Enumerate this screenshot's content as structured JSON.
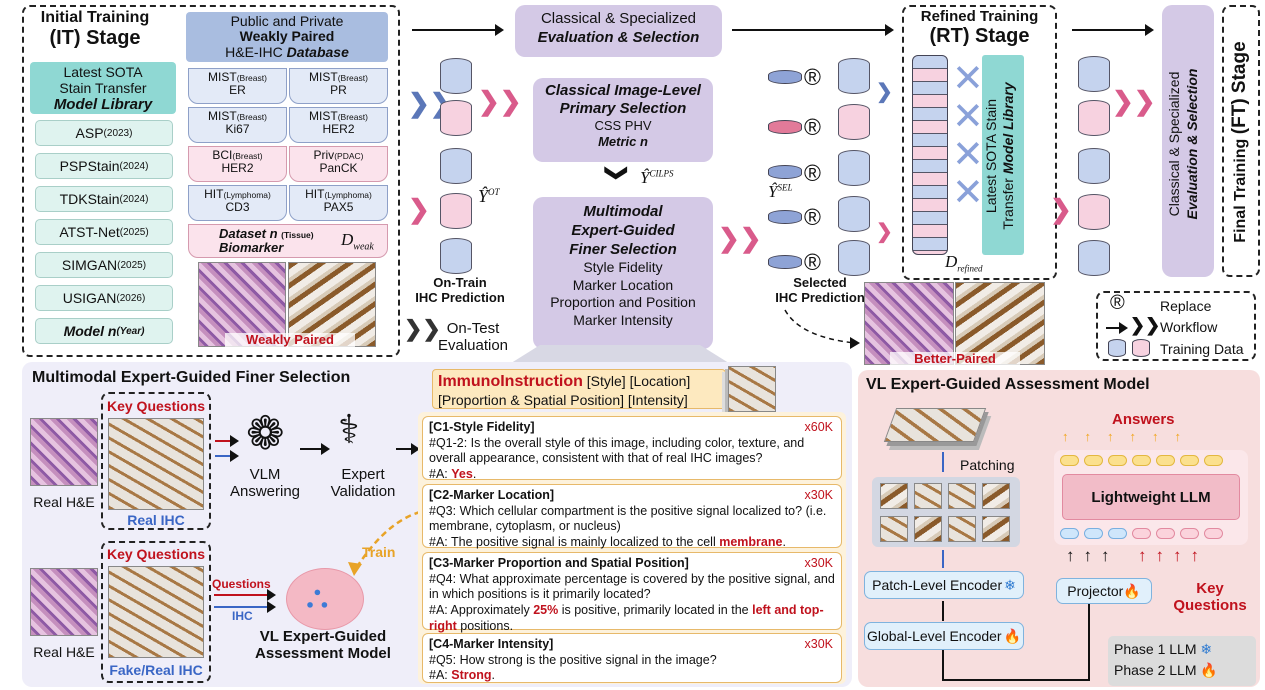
{
  "it": {
    "title1": "Initial Training",
    "title2": "(IT) Stage"
  },
  "library": {
    "l1": "Latest SOTA",
    "l2": "Stain Transfer",
    "l3": "Model Library"
  },
  "models": [
    {
      "name": "ASP",
      "year": "(2023)"
    },
    {
      "name": "PSPStain",
      "year": "(2024)"
    },
    {
      "name": "TDKStain",
      "year": "(2024)"
    },
    {
      "name": "ATST-Net",
      "year": "(2025)"
    },
    {
      "name": "SIMGAN",
      "year": "(2025)"
    },
    {
      "name": "USIGAN",
      "year": "(2026)"
    },
    {
      "name": "Model n",
      "year": "(Year)"
    }
  ],
  "database": {
    "l1": "Public and Private",
    "l2": "Weakly Paired",
    "l3": "H&E-IHC",
    "l4": "Database"
  },
  "datasets": [
    {
      "name": "MIST",
      "sub": "(Breast)",
      "marker": "ER"
    },
    {
      "name": "MIST",
      "sub": "(Breast)",
      "marker": "PR"
    },
    {
      "name": "MIST",
      "sub": "(Breast)",
      "marker": "Ki67"
    },
    {
      "name": "MIST",
      "sub": "(Breast)",
      "marker": "HER2"
    },
    {
      "name": "BCI",
      "sub": "(Breast)",
      "marker": "HER2"
    },
    {
      "name": "Priv",
      "sub": "(PDAC)",
      "marker": "PanCK"
    },
    {
      "name": "HIT",
      "sub": "(Lymphoma)",
      "marker": "CD3"
    },
    {
      "name": "HIT",
      "sub": "(Lymphoma)",
      "marker": "PAX5"
    }
  ],
  "dataset_n": {
    "l1": "Dataset n",
    "sub": "(Tissue)",
    "l2": "Biomarker",
    "d": "D",
    "dsub": "weak"
  },
  "weakly_paired": "Weakly Paired",
  "eval_top": {
    "l1": "Classical & Specialized",
    "l2": "Evaluation & Selection"
  },
  "primary": {
    "l1": "Classical Image-Level",
    "l2": "Primary Selection",
    "l3": "CSS  PHV",
    "l4": "Metric n"
  },
  "y_cilps": "Ŷ",
  "y_cilps_sup": "CILPS",
  "y_ot": "Ŷ",
  "y_ot_sup": "OT",
  "y_sel": "Ŷ",
  "y_sel_sup": "SEL",
  "finer": {
    "l1": "Multimodal",
    "l2": "Expert-Guided",
    "l3": "Finer Selection",
    "c1": "Style Fidelity",
    "c2": "Marker Location",
    "c3": "Proportion and Position",
    "c4": "Marker Intensity"
  },
  "ontrain": {
    "l1": "On-Train",
    "l2": "IHC Prediction"
  },
  "ontest": {
    "l1": "On-Test",
    "l2": "Evaluation"
  },
  "selected": {
    "l1": "Selected",
    "l2": "IHC Prediction"
  },
  "rt": {
    "title1": "Refined Training",
    "title2": "(RT) Stage"
  },
  "rt_library": {
    "l1": "Latest SOTA Stain",
    "l2": "Transfer",
    "l3": "Model Library"
  },
  "d_refined": "D",
  "d_refined_sub": "refined",
  "better_paired": "Better-Paired",
  "eval_right": {
    "l1": "Classical & Specialized",
    "l2": "Evaluation & Selection"
  },
  "ft": {
    "l1": "Final Training",
    "l2": "(FT) Stage"
  },
  "legend": {
    "replace_sym": "®",
    "replace": "Replace",
    "workflow": "Workflow",
    "training": "Training Data"
  },
  "replace_sym": "®",
  "bottom_left": {
    "title": "Multimodal Expert-Guided Finer Selection",
    "key_q": "Key Questions",
    "real_he": "Real H&E",
    "real_ihc": "Real IHC",
    "fake_ihc": "Fake/Real IHC",
    "vlm": {
      "l1": "VLM",
      "l2": "Answering"
    },
    "expert": {
      "l1": "Expert",
      "l2": "Validation"
    },
    "train": "Train",
    "questions": "Questions",
    "ihc": "IHC",
    "vl_model": {
      "l1": "VL Expert-Guided",
      "l2": "Assessment Model"
    }
  },
  "immuno": {
    "title": "ImmunoInstruction",
    "t1": " [Style] [Location]",
    "t2": "[Proportion & Spatial Position] [Intensity]"
  },
  "cards": [
    {
      "head": "[C1-Style Fidelity]",
      "count": "x60K",
      "q": "#Q1-2: Is the overall style of this image, including color, texture, and overall appearance, consistent with that of real IHC images?",
      "a_pre": "#A: ",
      "a_hl": "Yes",
      "a_post": "."
    },
    {
      "head": "[C2-Marker Location]",
      "count": "x30K",
      "q": "#Q3: Which cellular compartment is the positive signal localized to? (i.e. membrane, cytoplasm, or nucleus)",
      "a_pre": "#A: The positive signal is mainly localized to the cell ",
      "a_hl": "membrane",
      "a_post": "."
    },
    {
      "head": "[C3-Marker Proportion and Spatial Position]",
      "count": "x30K",
      "q": "#Q4: What approximate percentage is covered by the positive signal, and in which positions is it primarily located?",
      "a_pre": "#A: Approximately ",
      "a_hl": "25%",
      "a_mid": " is positive, primarily located in the ",
      "a_hl2": "left and top-right",
      "a_post": " positions."
    },
    {
      "head": "[C4-Marker Intensity]",
      "count": "x30K",
      "q": "#Q5: How strong is the positive signal in the image?",
      "a_pre": "#A: ",
      "a_hl": "Strong",
      "a_post": "."
    }
  ],
  "vl": {
    "title": "VL Expert-Guided Assessment Model",
    "patching": "Patching",
    "answers": "Answers",
    "llm": "Lightweight LLM",
    "patch_enc": "Patch-Level Encoder",
    "global_enc": "Global-Level Encoder",
    "projector": "Projector",
    "key_q": "Key Questions",
    "phase1": "Phase 1   LLM",
    "phase2": "Phase 2   LLM"
  }
}
